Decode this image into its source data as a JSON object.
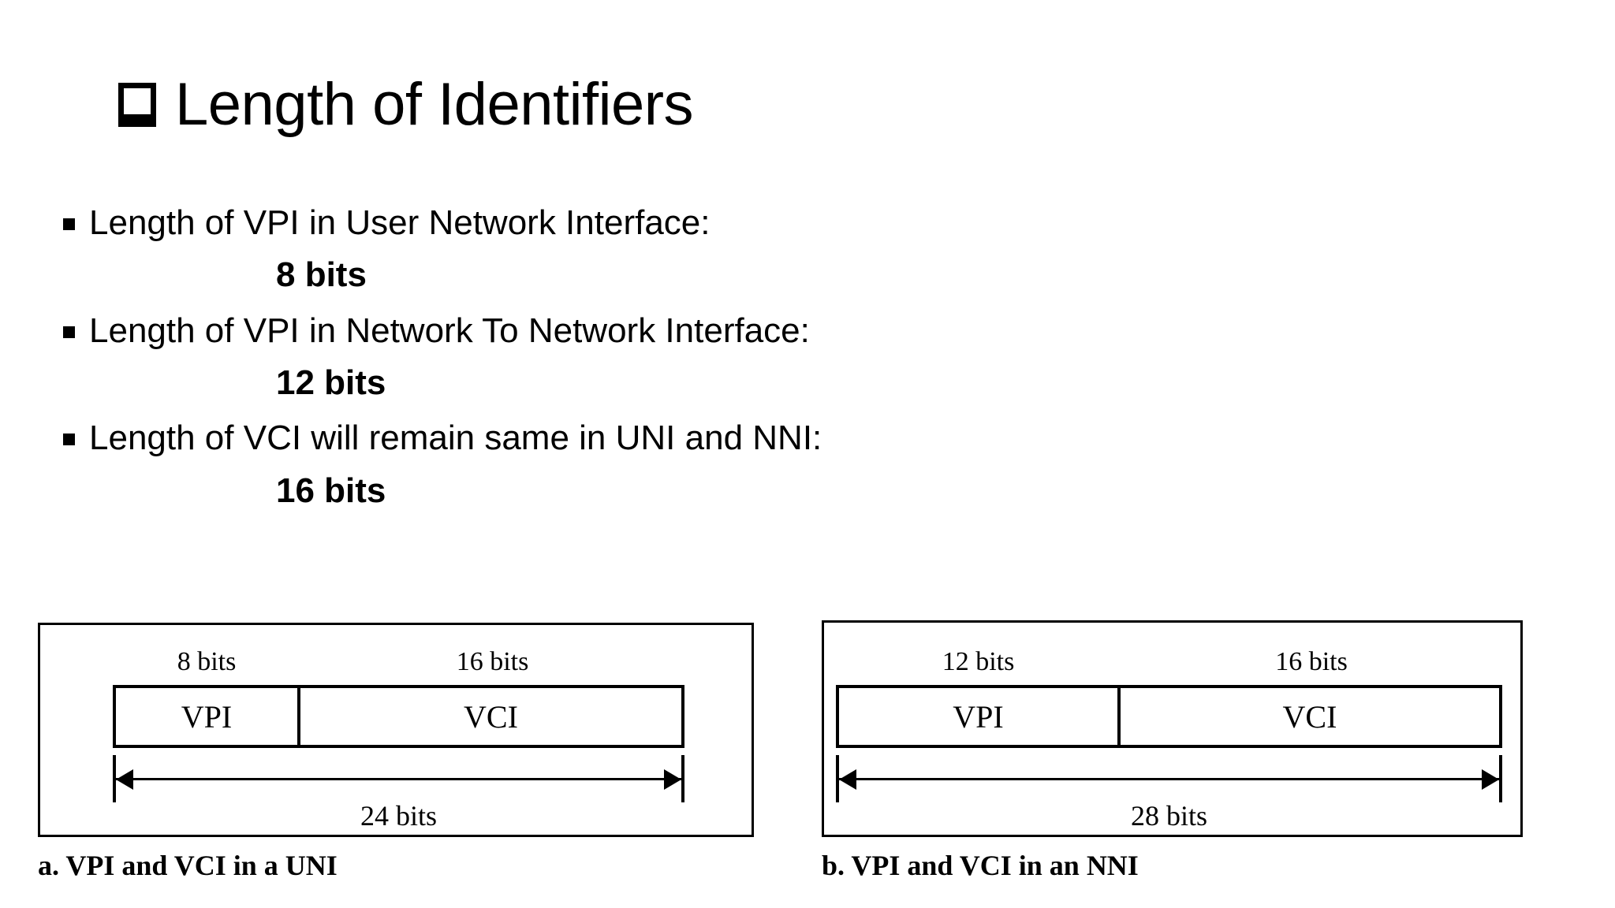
{
  "slide": {
    "title": "Length of Identifiers",
    "title_bullet_icon": "hollow-square-bullet",
    "bullets": [
      {
        "text": "Length of VPI in User Network Interface:",
        "value": "8 bits"
      },
      {
        "text": "Length of VPI in Network To Network Interface:",
        "value": "12 bits"
      },
      {
        "text": "Length of VCI will remain same in UNI and NNI:",
        "value": "16 bits"
      }
    ],
    "figures": [
      {
        "id": "uni",
        "caption": "a. VPI and VCI in a UNI",
        "vpi_bits_label": "8 bits",
        "vci_bits_label": "16 bits",
        "vpi_field": "VPI",
        "vci_field": "VCI",
        "total_label": "24 bits"
      },
      {
        "id": "nni",
        "caption": "b. VPI and VCI in an NNI",
        "vpi_bits_label": "12 bits",
        "vci_bits_label": "16 bits",
        "vpi_field": "VPI",
        "vci_field": "VCI",
        "total_label": "28 bits"
      }
    ]
  },
  "colors": {
    "background": "#ffffff",
    "foreground": "#000000"
  }
}
